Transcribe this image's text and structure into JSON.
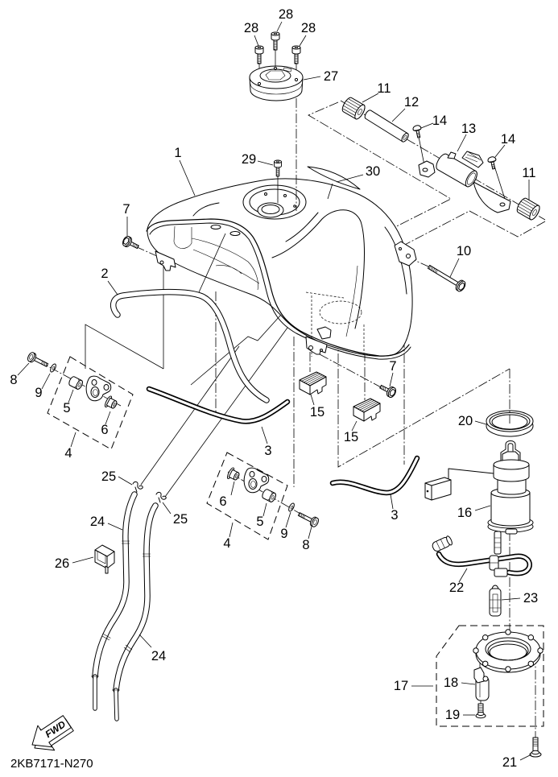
{
  "diagram": {
    "code": "2KB7171-N270",
    "direction_label": "FWD"
  },
  "callouts": [
    {
      "part": "28"
    },
    {
      "part": "28"
    },
    {
      "part": "28"
    },
    {
      "part": "27"
    },
    {
      "part": "11"
    },
    {
      "part": "12"
    },
    {
      "part": "14"
    },
    {
      "part": "13"
    },
    {
      "part": "14"
    },
    {
      "part": "11"
    },
    {
      "part": "1"
    },
    {
      "part": "29"
    },
    {
      "part": "30"
    },
    {
      "part": "7"
    },
    {
      "part": "10"
    },
    {
      "part": "2"
    },
    {
      "part": "8"
    },
    {
      "part": "9"
    },
    {
      "part": "5"
    },
    {
      "part": "6"
    },
    {
      "part": "4"
    },
    {
      "part": "7"
    },
    {
      "part": "15"
    },
    {
      "part": "15"
    },
    {
      "part": "3"
    },
    {
      "part": "20"
    },
    {
      "part": "25"
    },
    {
      "part": "25"
    },
    {
      "part": "6"
    },
    {
      "part": "5"
    },
    {
      "part": "9"
    },
    {
      "part": "8"
    },
    {
      "part": "4"
    },
    {
      "part": "3"
    },
    {
      "part": "16"
    },
    {
      "part": "24"
    },
    {
      "part": "26"
    },
    {
      "part": "24"
    },
    {
      "part": "22"
    },
    {
      "part": "23"
    },
    {
      "part": "17"
    },
    {
      "part": "18"
    },
    {
      "part": "19"
    },
    {
      "part": "21"
    }
  ]
}
